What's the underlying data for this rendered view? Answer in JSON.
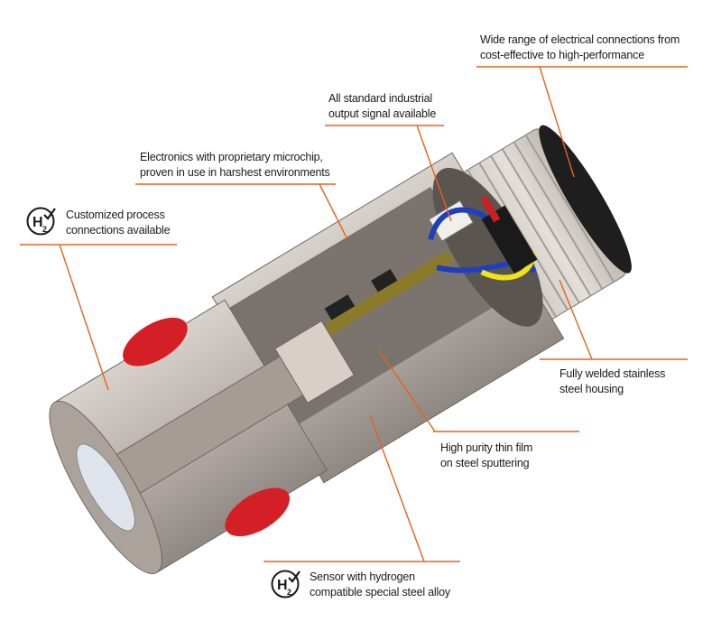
{
  "callouts": {
    "electrical": {
      "line1": "Wide range of electrical connections from",
      "line2": "cost-effective to high-performance"
    },
    "output": {
      "line1": "All standard industrial",
      "line2": "output signal available"
    },
    "electronics": {
      "line1": "Electronics with proprietary microchip,",
      "line2": "proven in use in harshest environments"
    },
    "process": {
      "line1": "Customized process",
      "line2": "connections available"
    },
    "housing": {
      "line1": "Fully welded stainless",
      "line2": "steel housing"
    },
    "thinfilm": {
      "line1": "High purity thin film",
      "line2": "on steel sputtering"
    },
    "sensor": {
      "line1": "Sensor with hydrogen",
      "line2": "compatible special steel alloy"
    }
  },
  "colors": {
    "leader": "#e8601c",
    "steel": "#b9b1aa",
    "red": "#d41f26"
  }
}
